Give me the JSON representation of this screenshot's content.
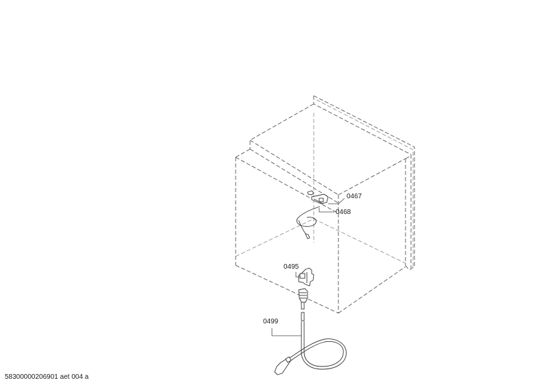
{
  "diagram": {
    "type": "exploded-parts-view",
    "subject": "built-in appliance housing with power connection",
    "parts": [
      {
        "id": "0467",
        "label": "0467",
        "description": "bracket / terminal holder"
      },
      {
        "id": "0468",
        "label": "0468",
        "description": "connection cable with terminal"
      },
      {
        "id": "0495",
        "label": "0495",
        "description": "terminal block clip"
      },
      {
        "id": "0499",
        "label": "0499",
        "description": "mains power cable with plug"
      }
    ]
  },
  "labels": {
    "p0467": "0467",
    "p0468": "0468",
    "p0495": "0495",
    "p0499": "0499"
  },
  "footer": {
    "reference": "58300000206901 aet 004 a"
  }
}
